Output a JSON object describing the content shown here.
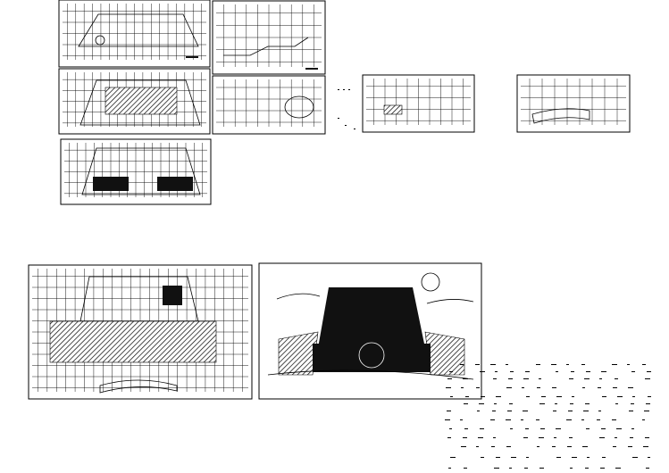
{
  "canvas": {
    "background": "#ffffff",
    "ink": "#000000"
  },
  "sheets": [
    {
      "id": "drawing-1",
      "kind": "floor-plan-grid"
    },
    {
      "id": "drawing-2",
      "kind": "elevation-section"
    },
    {
      "id": "drawing-3",
      "kind": "floor-plan-grid"
    },
    {
      "id": "drawing-4",
      "kind": "elevation-detail"
    },
    {
      "id": "drawing-5",
      "kind": "section"
    },
    {
      "id": "drawing-6",
      "kind": "curved-plan"
    },
    {
      "id": "drawing-7",
      "kind": "floor-plan-grid"
    },
    {
      "id": "drawing-8",
      "kind": "hatched-plan"
    },
    {
      "id": "drawing-9",
      "kind": "site-plan"
    }
  ],
  "notes": {
    "kind": "general-notes-table"
  }
}
